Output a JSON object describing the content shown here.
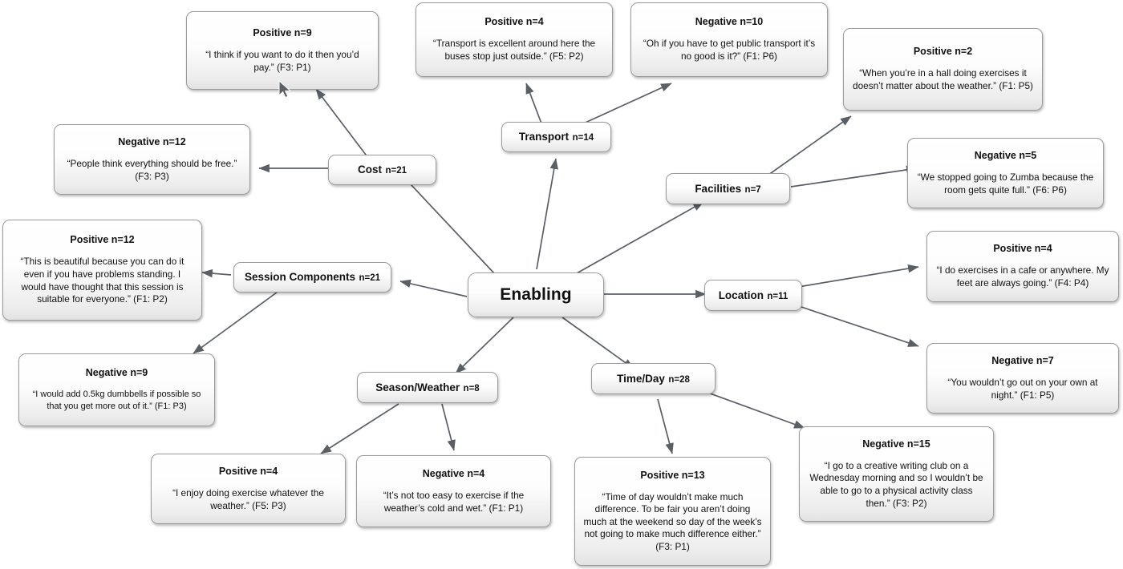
{
  "diagram": {
    "type": "mind-map",
    "root": {
      "label": "Enabling"
    },
    "categories": [
      {
        "id": "cost",
        "name": "Cost",
        "count": "n=21"
      },
      {
        "id": "transport",
        "name": "Transport",
        "count": "n=14"
      },
      {
        "id": "facilities",
        "name": "Facilities",
        "count": "n=7"
      },
      {
        "id": "session",
        "name": "Session Components",
        "count": "n=21"
      },
      {
        "id": "location",
        "name": "Location",
        "count": "n=11"
      },
      {
        "id": "season",
        "name": "Season/Weather",
        "count": "n=8"
      },
      {
        "id": "timeday",
        "name": "Time/Day",
        "count": "n=28"
      }
    ],
    "quotes": [
      {
        "id": "cost-positive",
        "head": "Positive n=9",
        "body": "“I think if you want to do it then you’d pay.” (F3: P1)"
      },
      {
        "id": "cost-negative",
        "head": "Negative n=12",
        "body": "“People think everything should be free.” (F3: P3)"
      },
      {
        "id": "transport-positive",
        "head": "Positive n=4",
        "body": "“Transport is excellent around here the buses stop just outside.” (F5: P2)"
      },
      {
        "id": "transport-negative",
        "head": "Negative n=10",
        "body": "“Oh if you have to get public transport it’s no good is it?” (F1: P6)"
      },
      {
        "id": "facilities-positive",
        "head": "Positive n=2",
        "body": "“When you’re in a hall doing exercises it doesn’t matter about the weather.” (F1: P5)"
      },
      {
        "id": "facilities-negative",
        "head": "Negative n=5",
        "body": "“We stopped going to Zumba because the room gets quite full.” (F6: P6)"
      },
      {
        "id": "session-positive",
        "head": "Positive n=12",
        "body": "“This is beautiful because you can do it even if you have problems standing. I would have thought that this session is suitable for everyone.” (F1: P2)"
      },
      {
        "id": "session-negative",
        "head": "Negative n=9",
        "body": "“I would add 0.5kg dumbbells if possible so that you get more out of it.” (F1: P3)"
      },
      {
        "id": "location-positive",
        "head": "Positive n=4",
        "body": "“I do exercises in a cafe or anywhere. My feet are always going.” (F4: P4)"
      },
      {
        "id": "location-negative",
        "head": "Negative n=7",
        "body": "“You wouldn’t go out on your own at night.” (F1: P5)"
      },
      {
        "id": "season-positive",
        "head": "Positive n=4",
        "body": "“I enjoy doing exercise whatever the weather.” (F5: P3)"
      },
      {
        "id": "season-negative",
        "head": "Negative n=4",
        "body": "“It’s not too easy to exercise if the weather’s cold and wet.” (F1: P1)"
      },
      {
        "id": "timeday-positive",
        "head": "Positive n=13",
        "body": "“Time of day wouldn’t make much difference. To be fair you aren’t doing much at the weekend so day of the week’s not going to make much difference either.” (F3: P1)"
      },
      {
        "id": "timeday-negative",
        "head": "Negative n=15",
        "body": "“I go to a creative writing club on a Wednesday morning and so I wouldn’t be able to go to a physical activity class then.” (F3: P2)"
      }
    ],
    "colors": {
      "node_border": "#9b9b9b",
      "node_fill_top": "#ffffff",
      "node_fill_bottom": "#e2e2e2",
      "edge": "#5a5f66",
      "text": "#111111",
      "background": "#ffffff"
    }
  }
}
